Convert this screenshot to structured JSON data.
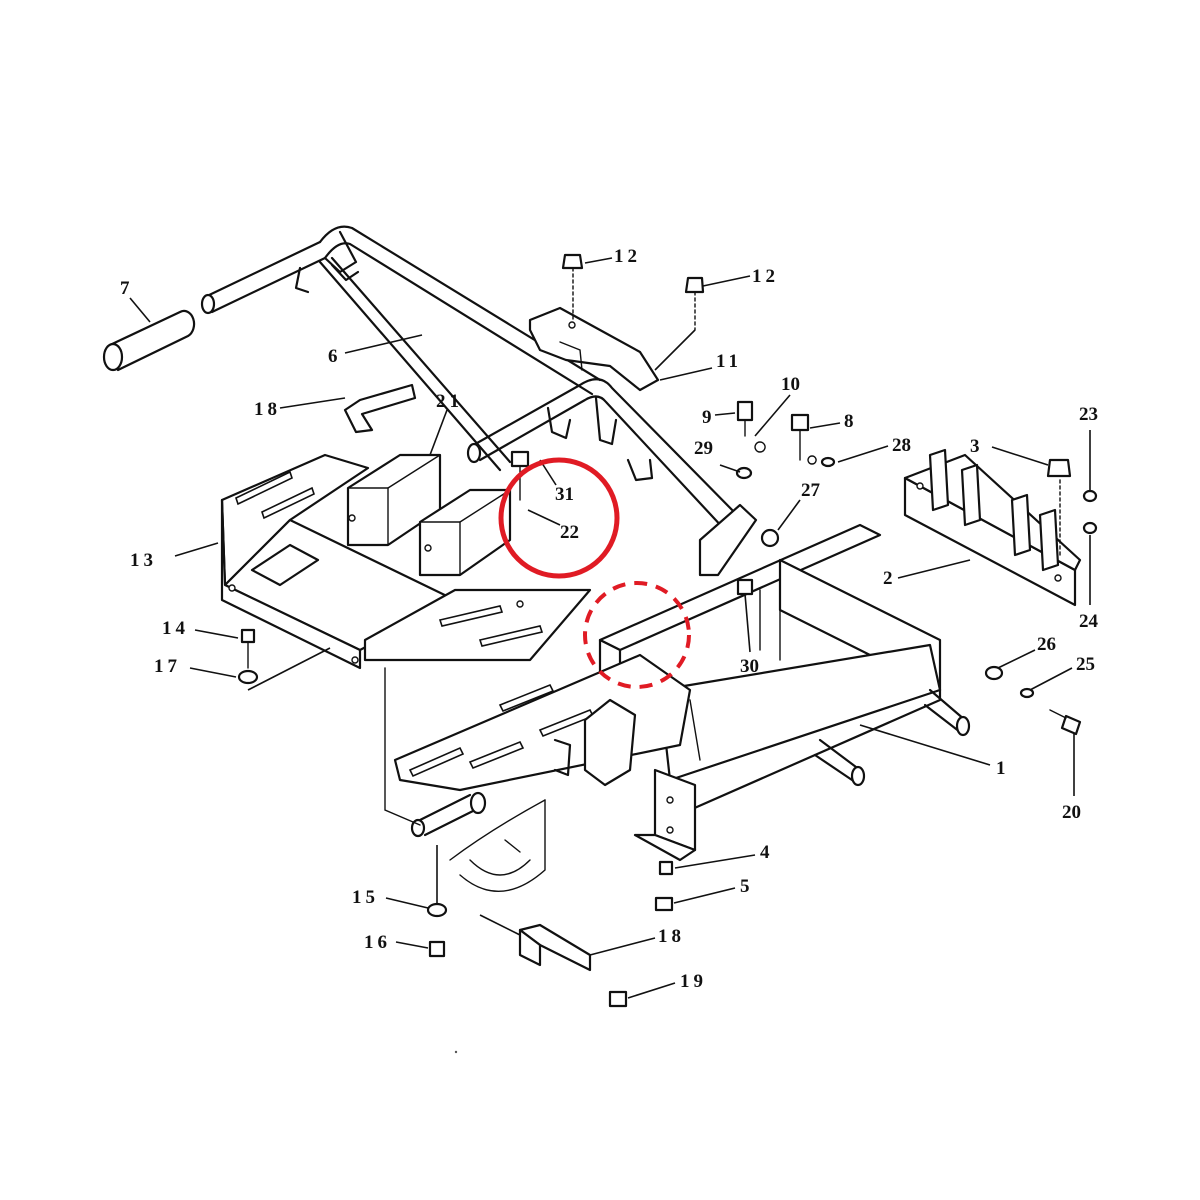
{
  "diagram": {
    "callouts": [
      {
        "id": "c1",
        "text": "1"
      },
      {
        "id": "c2",
        "text": "2"
      },
      {
        "id": "c3",
        "text": "3"
      },
      {
        "id": "c4",
        "text": "4"
      },
      {
        "id": "c5",
        "text": "5"
      },
      {
        "id": "c6",
        "text": "6"
      },
      {
        "id": "c7",
        "text": "7"
      },
      {
        "id": "c8",
        "text": "8"
      },
      {
        "id": "c9",
        "text": "9"
      },
      {
        "id": "c10",
        "text": "10"
      },
      {
        "id": "c11",
        "text": "11"
      },
      {
        "id": "c12a",
        "text": "12"
      },
      {
        "id": "c12b",
        "text": "12"
      },
      {
        "id": "c13",
        "text": "13"
      },
      {
        "id": "c14",
        "text": "14"
      },
      {
        "id": "c15",
        "text": "15"
      },
      {
        "id": "c16",
        "text": "16"
      },
      {
        "id": "c17",
        "text": "17"
      },
      {
        "id": "c18a",
        "text": "18"
      },
      {
        "id": "c18b",
        "text": "18"
      },
      {
        "id": "c19",
        "text": "19"
      },
      {
        "id": "c20",
        "text": "20"
      },
      {
        "id": "c21",
        "text": "21"
      },
      {
        "id": "c22",
        "text": "22"
      },
      {
        "id": "c23",
        "text": "23"
      },
      {
        "id": "c24",
        "text": "24"
      },
      {
        "id": "c25",
        "text": "25"
      },
      {
        "id": "c26",
        "text": "26"
      },
      {
        "id": "c27",
        "text": "27"
      },
      {
        "id": "c28",
        "text": "28"
      },
      {
        "id": "c29",
        "text": "29"
      },
      {
        "id": "c30",
        "text": "30"
      },
      {
        "id": "c31",
        "text": "31"
      }
    ],
    "highlight_colors": {
      "solid_circle": "#e01b24",
      "dashed_circle": "#e01b24"
    }
  }
}
